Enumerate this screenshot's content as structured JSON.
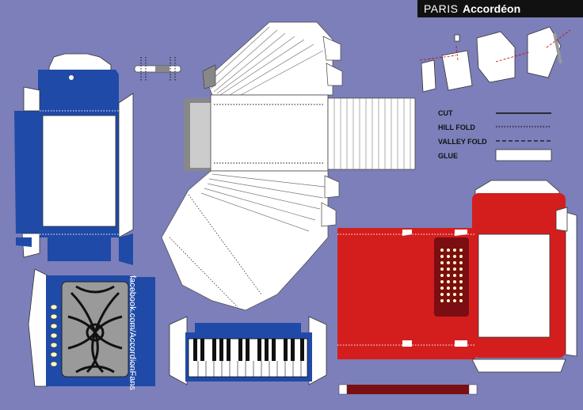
{
  "header": {
    "brand": "PARIS",
    "model": "Accordéon"
  },
  "legend": [
    {
      "label": "CUT",
      "line": "solid"
    },
    {
      "label": "HILL FOLD",
      "line": "dotted"
    },
    {
      "label": "VALLEY FOLD",
      "line": "dashed"
    },
    {
      "label": "GLUE",
      "line": "box"
    }
  ],
  "side_panel": {
    "text": "facebook.com/AccordionFans"
  },
  "colors": {
    "background": "#7c7fb9",
    "blue": "#1f4aa8",
    "red": "#d41e1e",
    "dark_red": "#7a0e12",
    "gray": "#8a8a8a"
  }
}
